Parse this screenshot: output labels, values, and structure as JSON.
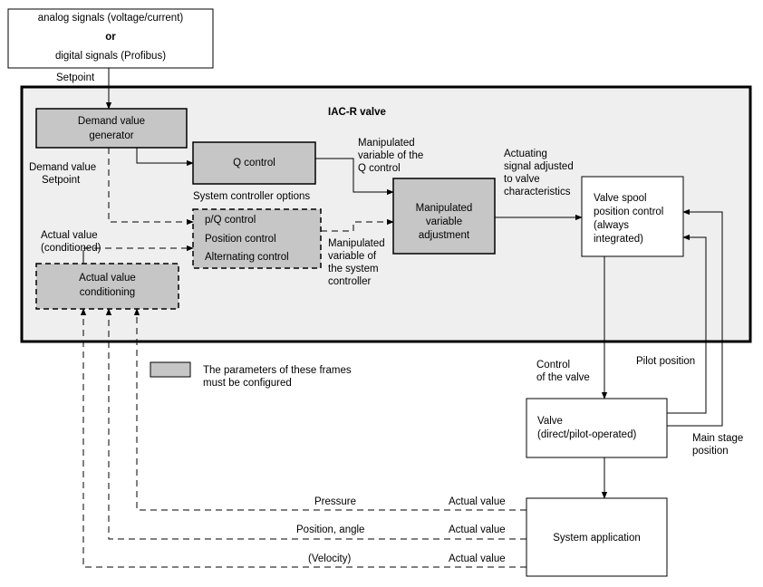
{
  "input_box": {
    "line1": "analog signals (voltage/current)",
    "line2": "or",
    "line3": "digital signals (Profibus)"
  },
  "setpoint_label": "Setpoint",
  "frame_title": "IAC-R valve",
  "blocks": {
    "demand_generator": [
      "Demand value",
      "generator"
    ],
    "q_control": "Q control",
    "system_options_title": "System controller options",
    "system_options": [
      "p/Q control",
      "Position control",
      "Alternating control"
    ],
    "actual_conditioning": [
      "Actual value",
      "conditioning"
    ],
    "manip_adjustment": [
      "Manipulated",
      "variable",
      "adjustment"
    ],
    "spool_control": [
      "Valve spool",
      "position control",
      "(always",
      "integrated)"
    ],
    "valve": [
      "Valve",
      "(direct/pilot-operated)"
    ],
    "system_application": "System application"
  },
  "labels": {
    "demand_value_setpoint": [
      "Demand value",
      "Setpoint"
    ],
    "actual_value_conditioned": [
      "Actual value",
      "(conditioned)"
    ],
    "manip_q": [
      "Manipulated",
      "variable of the",
      "Q control"
    ],
    "manip_system": [
      "Manipulated",
      "variable of",
      "the system",
      "controller"
    ],
    "actuating_signal": [
      "Actuating",
      "signal adjusted",
      "to valve",
      "characteristics"
    ],
    "control_of_valve": [
      "Control",
      "of the valve"
    ],
    "pilot_position": "Pilot position",
    "main_stage_position": [
      "Main stage",
      "position"
    ],
    "feedback": [
      {
        "name": "Pressure",
        "value": "Actual value"
      },
      {
        "name": "Position, angle",
        "value": "Actual value"
      },
      {
        "name": "(Velocity)",
        "value": "Actual value"
      }
    ]
  },
  "legend_text": [
    "The parameters of these frames",
    "must be configured"
  ],
  "colors": {
    "configured_fill": "#c6c6c6",
    "frame_fill": "#efefef",
    "line": "#000000"
  }
}
